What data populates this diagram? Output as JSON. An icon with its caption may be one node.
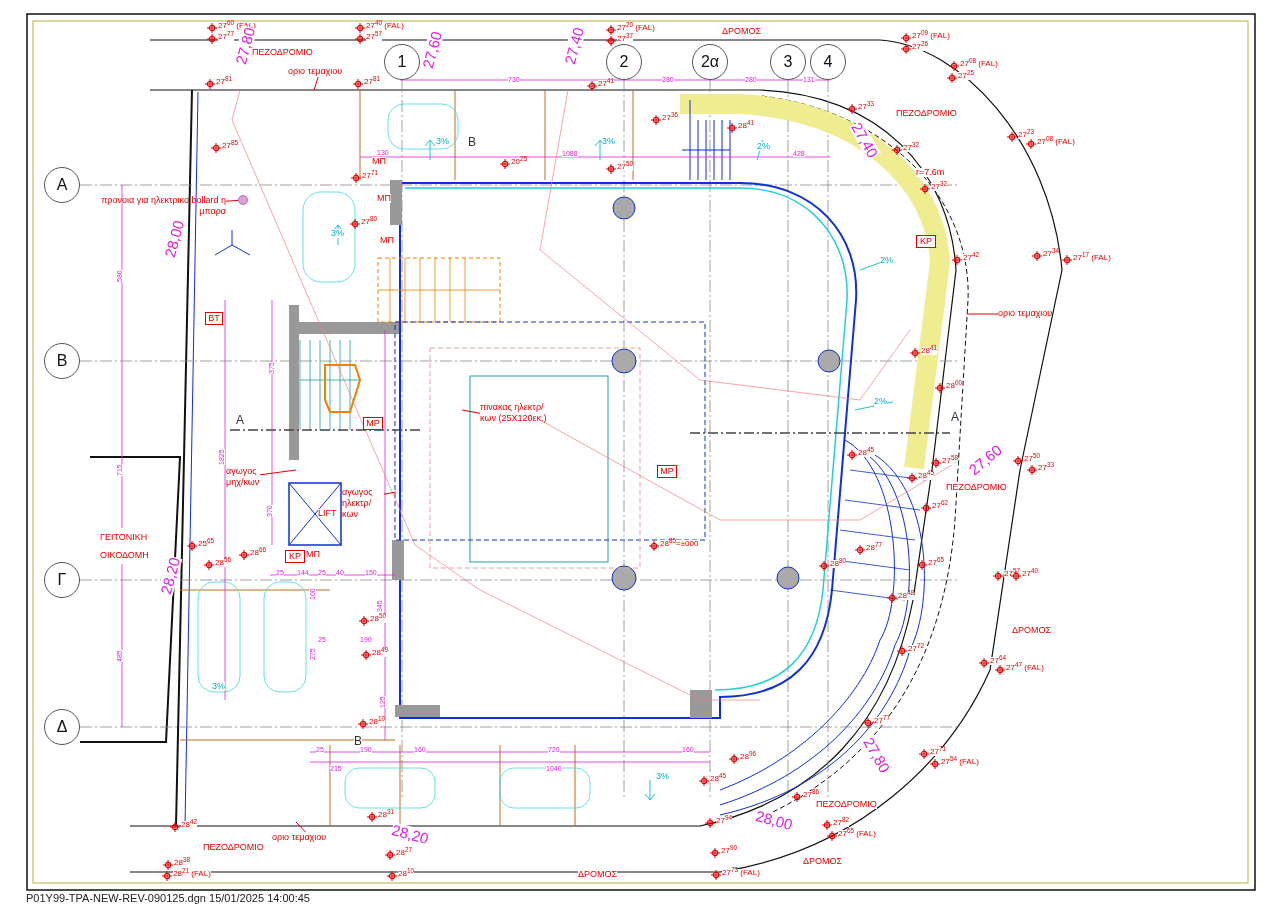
{
  "diagram": {
    "nodes": [
      {
        "text": [
          "Α"
        ]
      },
      {
        "text": [
          "Β"
        ]
      },
      {
        "text": [
          "Γ"
        ]
      },
      {
        "text": [
          "Δ"
        ]
      },
      {
        "text": [
          "1"
        ]
      },
      {
        "text": [
          "2"
        ]
      },
      {
        "text": [
          "2α"
        ]
      },
      {
        "text": [
          "3"
        ]
      },
      {
        "text": [
          "4"
        ]
      },
      {
        "text": [
          "ΒΤ"
        ]
      },
      {
        "text": [
          "ΜΡ"
        ]
      },
      {
        "text": [
          "ΜΡ"
        ]
      },
      {
        "text": [
          "ΚΡ"
        ]
      },
      {
        "text": [
          "ΚΡ"
        ]
      },
      {
        "text": [
          "προνοια για ηλεκτρικο bollard η μπαρα"
        ]
      },
      {
        "text": [],
        "shape": "circle"
      },
      {
        "text": [
          "οριο τεμαχιου"
        ]
      },
      {
        "text": [
          "οριο τεμαχιου"
        ]
      },
      {
        "text": [
          "οριο τεμαχιου"
        ]
      },
      {
        "text": [
          "πινακας ηλεκτρ/κων (25X120εκ.)"
        ]
      },
      {
        "text": [
          "αγωγος μηχ/κων"
        ]
      },
      {
        "text": [
          "αγωγος ηλεκτρ/κων"
        ]
      }
    ],
    "edges": [
      {
        "from": 14,
        "to": 15,
        "arrow": "none"
      },
      {
        "from": 16,
        "to": null,
        "arrow": "none"
      },
      {
        "from": 17,
        "to": null,
        "arrow": "none"
      },
      {
        "from": 18,
        "to": null,
        "arrow": "none"
      },
      {
        "from": 19,
        "to": null,
        "arrow": "none"
      },
      {
        "from": 20,
        "to": null,
        "arrow": "none"
      },
      {
        "from": 21,
        "to": null,
        "arrow": "none"
      }
    ],
    "labels": [
      "27$^{60}$ (FAL)",
      "27$^{77}$",
      "27$^{40}$ (FAL)",
      "27$^{57}$",
      "ΠΕΖΟΔΡΟΜΙΟ",
      "27,80",
      "27$^{20}$ (FAL)",
      "27$^{37}$",
      "ΔΡΟΜΟΣ",
      "27$^{09}$ (FAL)",
      "27$^{26}$",
      "27,60",
      "27,40",
      "27$^{08}$ (FAL)",
      "27$^{25}$",
      "27$^{81}$",
      "27$^{81}$",
      "730",
      "27$^{41}$",
      "280",
      "280",
      "131",
      "27$^{33}$",
      "ΠΕΖΟΔΡΟΜΙΟ",
      "27$^{36}$",
      "28$^{41}$",
      "3%",
      "Β",
      "3%",
      "2%",
      "27,40",
      "27$^{85}$",
      "27$^{32}$",
      "27$^{23}$",
      "27$^{08}$ (FAL)",
      "130",
      "1088",
      "428",
      "20$^{25}$",
      "27$^{50}$",
      "r=7.6m",
      "27$^{71}$",
      "ΜΠ",
      "27$^{32}$",
      "ΜΠ",
      "3%",
      "27$^{80}$",
      "ΜΠ",
      "28,00",
      "580",
      "27$^{42}$",
      "27$^{34}$",
      "27$^{17}$ (FAL)",
      "2%",
      "28$^{41}$",
      "375",
      "28$^{00}$",
      "2%",
      "Α",
      "Α",
      "1825",
      "715",
      "28$^{45}$",
      "27$^{58}$",
      "27,60",
      "28$^{45}$",
      "27$^{50}$",
      "27$^{33}$",
      "ΠΕΖΟΔΡΟΜΙΟ",
      "370",
      "LIFT",
      "27$^{62}$",
      "ΓΕΙΤΟΝΙΚΗ ΟΙΚΟΔΟΜΗ",
      "25$^{65}$",
      "28$^{56}$",
      "28$^{66}$",
      "28$^{85}$=±000",
      "28$^{77}$",
      "28,20",
      "28$^{80}$",
      "27$^{65}$",
      "25",
      "144",
      "25",
      "40",
      "150",
      "27$^{57}$",
      "27$^{40}$",
      "28$^{48}$",
      "100",
      "345",
      "28$^{50}$",
      "ΔΡΟΜΟΣ",
      "25",
      "190",
      "28$^{49}$",
      "485",
      "275",
      "27$^{72}$",
      "27$^{64}$",
      "27$^{47}$ (FAL)",
      "3%",
      "125",
      "28$^{10}$",
      "Β",
      "27$^{77}$",
      "27,80",
      "27$^{71}$",
      "27$^{54}$ (FAL)",
      "25",
      "190",
      "160",
      "720",
      "160",
      "215",
      "1040",
      "28$^{96}$",
      "3%",
      "28$^{45}$",
      "27$^{86}$",
      "ΠΕΖΟΔΡΟΜΙΟ",
      "28,00",
      "28$^{42}$",
      "28$^{31}$",
      "28,20",
      "27$^{94}$",
      "27$^{82}$",
      "27$^{65}$ (FAL)",
      "ΠΕΖΟΔΡΟΜΙΟ",
      "28$^{27}$",
      "27$^{90}$",
      "ΔΡΟΜΟΣ",
      "28$^{38}$",
      "28$^{21}$ (FAL)",
      "28$^{10}$",
      "ΔΡΟΜΟΣ",
      "27$^{73}$ (FAL)",
      "P01Y99-TPA-NEW-REV-090125.dgn 15/01/2025 14:00:45",
      "ΜΠ"
    ]
  }
}
